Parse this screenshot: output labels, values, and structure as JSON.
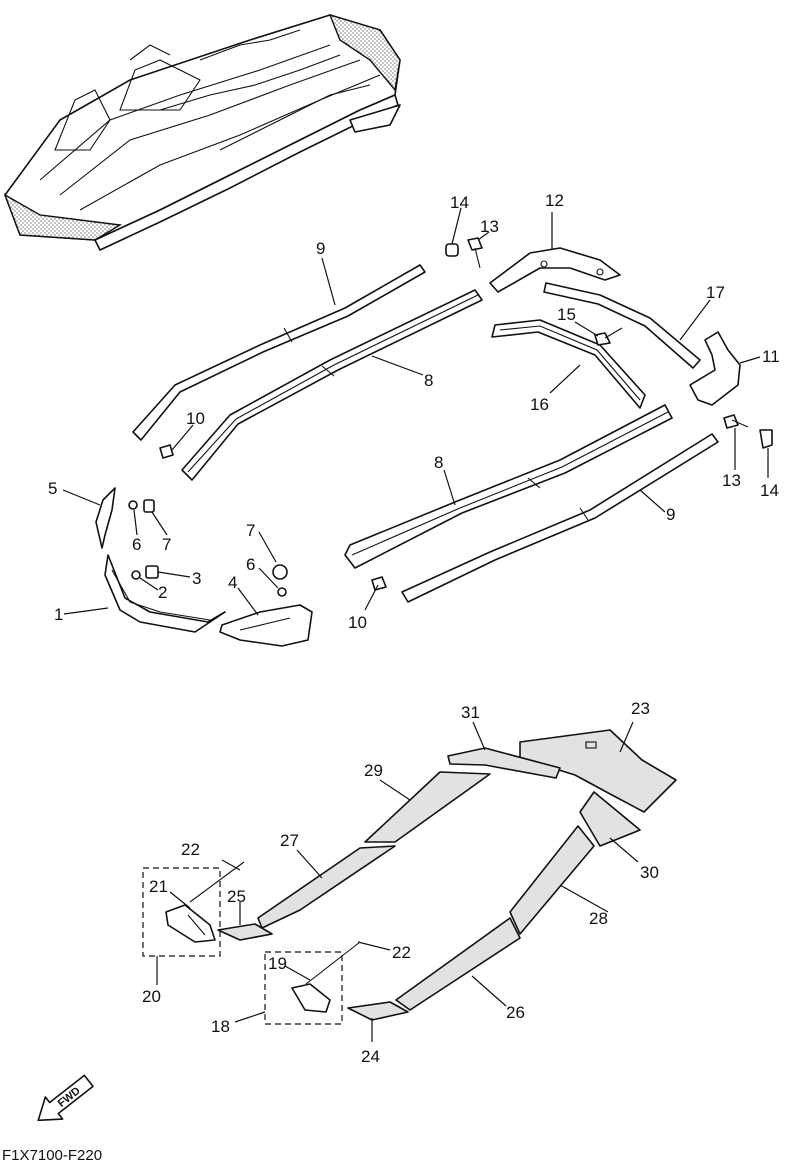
{
  "diagram": {
    "drawing_code": "F1X7100-F220",
    "fwd_label": "FWD",
    "callouts": {
      "c1": "1",
      "c2": "2",
      "c3": "3",
      "c4": "4",
      "c5": "5",
      "c6a": "6",
      "c6b": "6",
      "c7a": "7",
      "c7b": "7",
      "c8a": "8",
      "c8b": "8",
      "c9a": "9",
      "c9b": "9",
      "c10a": "10",
      "c10b": "10",
      "c11": "11",
      "c12": "12",
      "c13a": "13",
      "c13b": "13",
      "c14a": "14",
      "c14b": "14",
      "c15": "15",
      "c16": "16",
      "c17": "17",
      "c18": "18",
      "c19": "19",
      "c20": "20",
      "c21": "21",
      "c22a": "22",
      "c22b": "22",
      "c23": "23",
      "c24": "24",
      "c25": "25",
      "c26": "26",
      "c27": "27",
      "c28": "28",
      "c29": "29",
      "c30": "30",
      "c31": "31"
    }
  }
}
